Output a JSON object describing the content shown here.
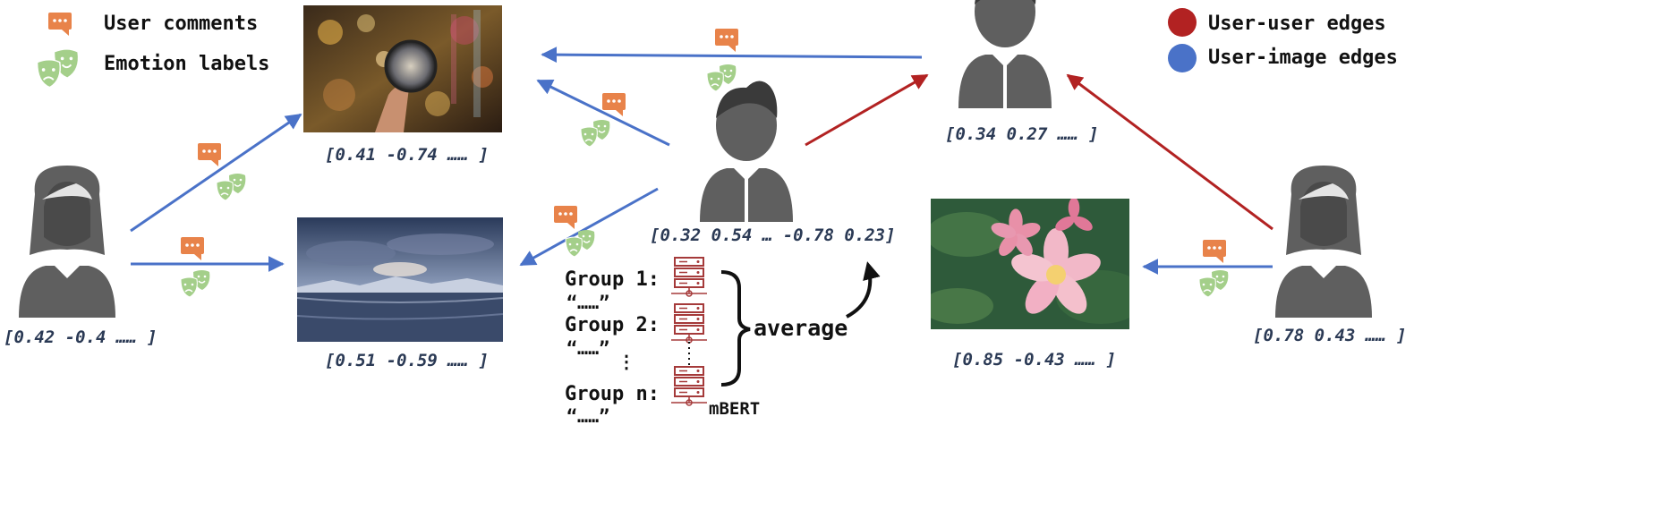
{
  "legend": {
    "comments_label": "User comments",
    "emotion_label": "Emotion labels",
    "user_user_label": "User-user edges",
    "user_image_label": "User-image edges",
    "user_user_color": "#b22222",
    "user_image_color": "#4a72c8",
    "comment_icon": "speech-bubble-icon",
    "emotion_icon": "theater-masks-icon"
  },
  "nodes": {
    "user_left_vec": "[0.42 -0.4 …… ]",
    "image_city_vec": "[0.41 -0.74 …… ]",
    "image_ice_vec": "[0.51 -0.59 …… ]",
    "user_center_vec": "[0.32 0.54 … -0.78 0.23]",
    "user_top_right_vec": "[0.34 0.27 …… ]",
    "image_flower_vec": "[0.85 -0.43 …… ]",
    "user_right_vec": "[0.78 0.43 …… ]"
  },
  "groups": {
    "items": [
      {
        "label": "Group 1:",
        "quote": "“……”"
      },
      {
        "label": "Group 2:",
        "quote": "“……”"
      },
      {
        "label": "Group n:",
        "quote": "“……”"
      }
    ],
    "ellipsis": "⋮",
    "average_label": "average",
    "model_label": "mBERT"
  },
  "colors": {
    "person": "#5f5f5f",
    "comment": "#e8834a",
    "emotion": "#a4cf8a",
    "server": "#a53a3a",
    "vector_text": "#2b3a55"
  }
}
